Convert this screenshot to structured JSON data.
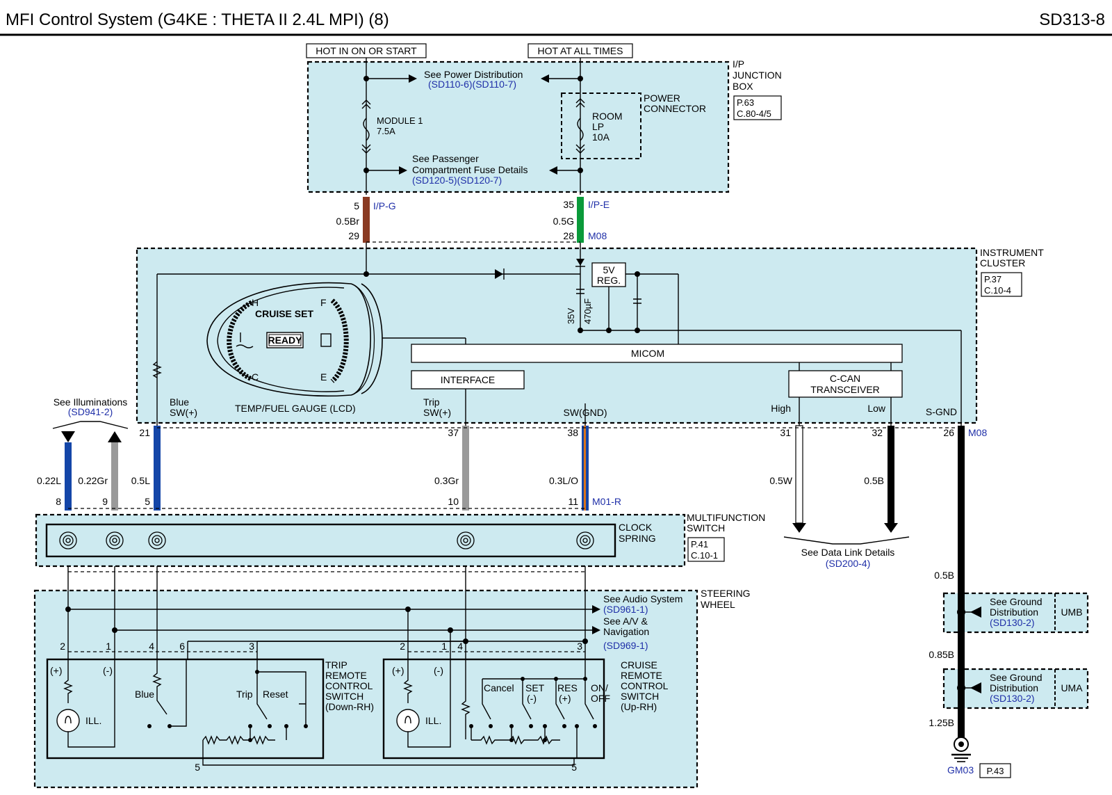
{
  "header": {
    "title": "MFI Control System (G4KE : THETA II 2.4L MPI) (8)",
    "code": "SD313-8"
  },
  "top": {
    "hot_run": "HOT IN ON OR START",
    "hot_always": "HOT AT ALL TIMES"
  },
  "junction_box": {
    "label": [
      "I/P",
      "JUNCTION",
      "BOX"
    ],
    "ref": [
      "P.63",
      "C.80-4/5"
    ],
    "power_dist": "See Power Distribution",
    "power_dist_ref": "(SD110-6)(SD110-7)",
    "fuse1": [
      "MODULE 1",
      "7.5A"
    ],
    "power_connector": [
      "POWER",
      "CONNECTOR"
    ],
    "fuse2": [
      "ROOM",
      "LP",
      "10A"
    ],
    "pass_fuse": [
      "See Passenger",
      "Compartment Fuse Details"
    ],
    "pass_fuse_ref": "(SD120-5)(SD120-7)"
  },
  "ip_connectors": {
    "left": {
      "pin_top": "5",
      "conn": "I/P-G",
      "wire": "0.5Br",
      "pin_bottom": "29"
    },
    "right": {
      "pin_top": "35",
      "conn": "I/P-E",
      "wire": "0.5G",
      "pin_bottom": "28",
      "conn2": "M08"
    }
  },
  "cluster": {
    "label": [
      "INSTRUMENT",
      "CLUSTER"
    ],
    "ref": [
      "P.37",
      "C.10-4"
    ],
    "reg": [
      "5V",
      "REG."
    ],
    "cap": [
      "35V",
      "470µF"
    ],
    "micom": "MICOM",
    "interface": "INTERFACE",
    "ccan": [
      "C-CAN",
      "TRANSCEIVER"
    ],
    "gauge": "TEMP/FUEL GAUGE (LCD)",
    "gauge_text": {
      "h": "H",
      "c": "C",
      "f": "F",
      "e": "E",
      "cruise": "CRUISE SET",
      "ready": "READY"
    },
    "pins": {
      "blue_sw": [
        "Blue",
        "SW(+)"
      ],
      "trip_sw": [
        "Trip",
        "SW(+)"
      ],
      "sw_gnd": "SW(GND)",
      "high": "High",
      "low": "Low",
      "s_gnd": "S-GND"
    }
  },
  "illum": {
    "see": "See Illuminations",
    "ref": "(SD941-2)"
  },
  "wires_mid": [
    {
      "pin_top": "",
      "wire": "0.22L",
      "pin_bottom": "8"
    },
    {
      "pin_top": "",
      "wire": "0.22Gr",
      "pin_bottom": "9"
    },
    {
      "pin_top": "21",
      "wire": "0.5L",
      "pin_bottom": "5"
    },
    {
      "pin_top": "37",
      "wire": "0.3Gr",
      "pin_bottom": "10"
    },
    {
      "pin_top": "38",
      "wire": "0.3L/O",
      "pin_bottom": "11"
    },
    {
      "pin_top": "31",
      "wire": "0.5W",
      "pin_bottom": ""
    },
    {
      "pin_top": "32",
      "wire": "0.5B",
      "pin_bottom": ""
    },
    {
      "pin_top": "26",
      "wire": "",
      "pin_bottom": ""
    }
  ],
  "conn_m08": "M08",
  "conn_m01r": "M01-R",
  "multifunction": {
    "label": [
      "MULTIFUNCTION",
      "SWITCH"
    ],
    "ref": [
      "P.41",
      "C.10-1"
    ],
    "clock": [
      "CLOCK",
      "SPRING"
    ]
  },
  "data_link": {
    "see": "See Data Link Details",
    "ref": "(SD200-4)"
  },
  "steering": {
    "label": [
      "STEERING",
      "WHEEL"
    ],
    "audio": "See Audio System",
    "audio_ref": "(SD961-1)",
    "av": [
      "See A/V &",
      "Navigation"
    ],
    "av_ref": "(SD969-1)"
  },
  "trip_switch": {
    "label": [
      "TRIP",
      "REMOTE",
      "CONTROL",
      "SWITCH",
      "(Down-RH)"
    ],
    "pins": [
      "2",
      "1",
      "4",
      "6",
      "3",
      "5"
    ],
    "plus": "(+)",
    "minus": "(-)",
    "ill": "ILL.",
    "blue": "Blue",
    "trip": "Trip",
    "reset": "Reset"
  },
  "cruise_switch": {
    "label": [
      "CRUISE",
      "REMOTE",
      "CONTROL",
      "SWITCH",
      "(Up-RH)"
    ],
    "pins": [
      "2",
      "1",
      "4",
      "3",
      "5"
    ],
    "plus": "(+)",
    "minus": "(-)",
    "ill": "ILL.",
    "cancel": "Cancel",
    "set": [
      "SET",
      "(-)"
    ],
    "res": [
      "RES",
      "(+)"
    ],
    "onoff": [
      "ON/",
      "OFF"
    ]
  },
  "ground": {
    "wire1": "0.5B",
    "umb": {
      "see": [
        "See Ground",
        "Distribution"
      ],
      "ref": "(SD130-2)",
      "conn": "UMB"
    },
    "wire2": "0.85B",
    "uma": {
      "see": [
        "See Ground",
        "Distribution"
      ],
      "ref": "(SD130-2)",
      "conn": "UMA"
    },
    "wire3": "1.25B",
    "gm": "GM03",
    "gm_ref": "P.43"
  },
  "colors": {
    "box_fill": "#cdeaf0",
    "brown": "#8a3a22",
    "green": "#0a9a3a",
    "blue_wire": "#1446a8",
    "gray_wire": "#9a9a9a",
    "orange_stripe": "#d9741c",
    "ref_text": "#1f2fa8"
  }
}
